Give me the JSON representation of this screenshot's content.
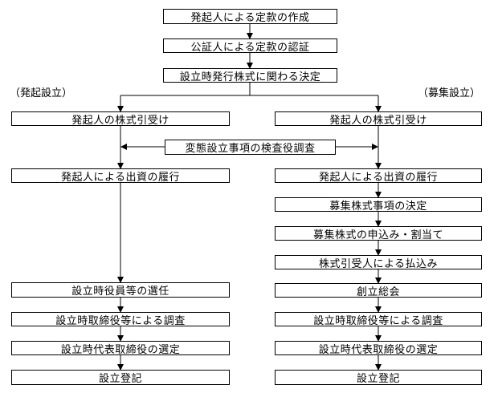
{
  "top": {
    "step1": "発起人による定款の作成",
    "step2": "公証人による定款の認証",
    "step3": "設立時発行株式に関わる決定"
  },
  "left": {
    "heading": "（発起設立）",
    "steps": [
      "発起人の株式引受け",
      "発起人による出資の履行",
      "設立時役員等の選任",
      "設立時取締役等による調査",
      "設立時代表取締役の選定",
      "設立登記"
    ]
  },
  "right": {
    "heading": "（募集設立）",
    "steps": [
      "発起人の株式引受け",
      "発起人による出資の履行",
      "募集株式事項の決定",
      "募集株式の申込み・割当て",
      "株式引受人による払込み",
      "創立総会",
      "設立時取締役等による調査",
      "設立時代表取締役の選定",
      "設立登記"
    ]
  },
  "middle": {
    "investigation": "変態設立事項の検査役調査"
  }
}
